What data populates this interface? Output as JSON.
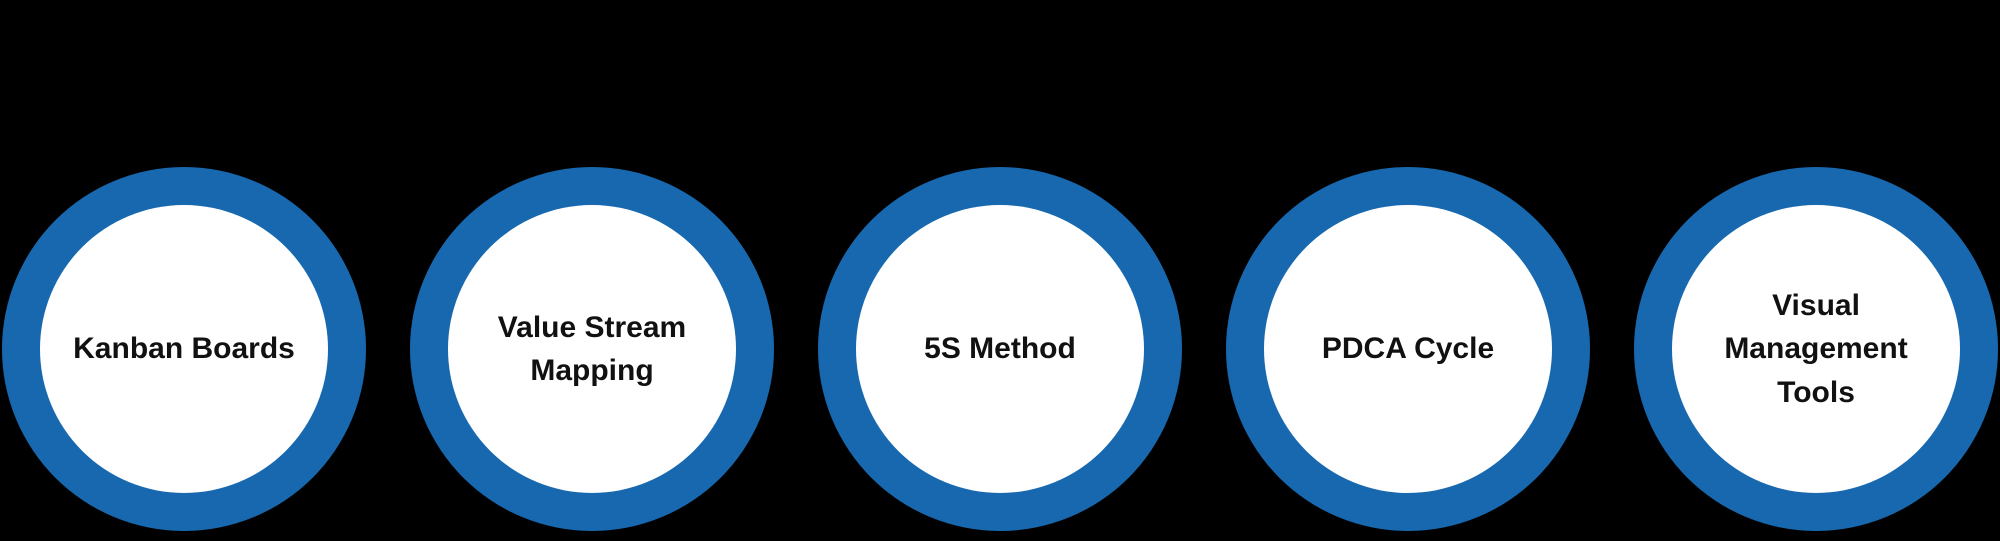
{
  "diagram": {
    "background_color": "#000000",
    "node_ring_color": "#1768af",
    "node_fill_color": "#ffffff",
    "node_text_color": "#111111",
    "items": [
      {
        "label": "Kanban Boards"
      },
      {
        "label": "Value Stream Mapping"
      },
      {
        "label": "5S Method"
      },
      {
        "label": "PDCA Cycle"
      },
      {
        "label": "Visual Management Tools"
      }
    ]
  }
}
